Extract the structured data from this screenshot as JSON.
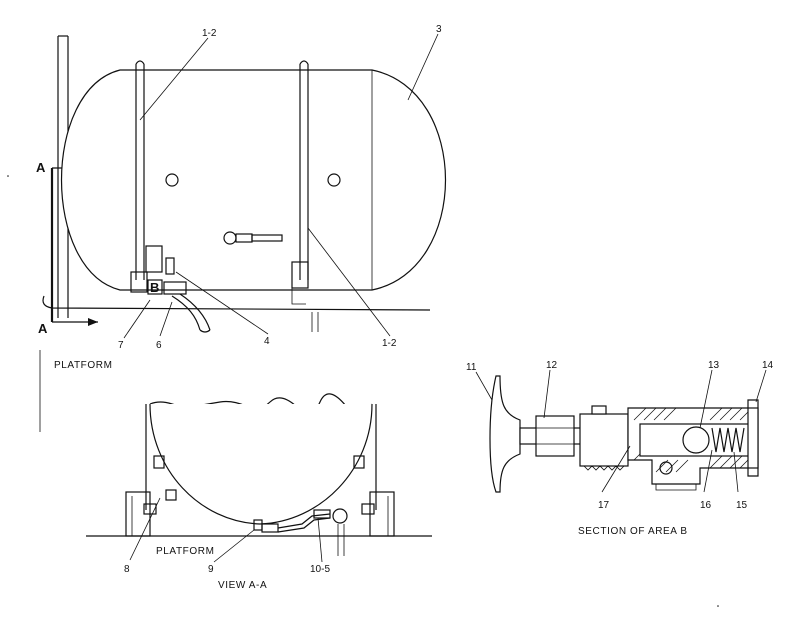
{
  "view_labels": {
    "a_upper": "A",
    "a_lower": "A"
  },
  "callouts": {
    "c_1_2_top": "1-2",
    "c_3": "3",
    "c_7": "7",
    "c_6": "6",
    "c_4": "4",
    "c_1_2_bottom": "1-2",
    "c_8": "8",
    "c_9": "9",
    "c_10_5": "10-5",
    "c_11": "11",
    "c_12": "12",
    "c_13": "13",
    "c_14": "14",
    "c_17": "17",
    "c_16": "16",
    "c_15": "15"
  },
  "captions": {
    "platform_upper": "PLATFORM",
    "platform_lower": "PLATFORM",
    "view_aa": "VIEW A-A",
    "section_b": "SECTION OF AREA B"
  },
  "marker_b": "B"
}
